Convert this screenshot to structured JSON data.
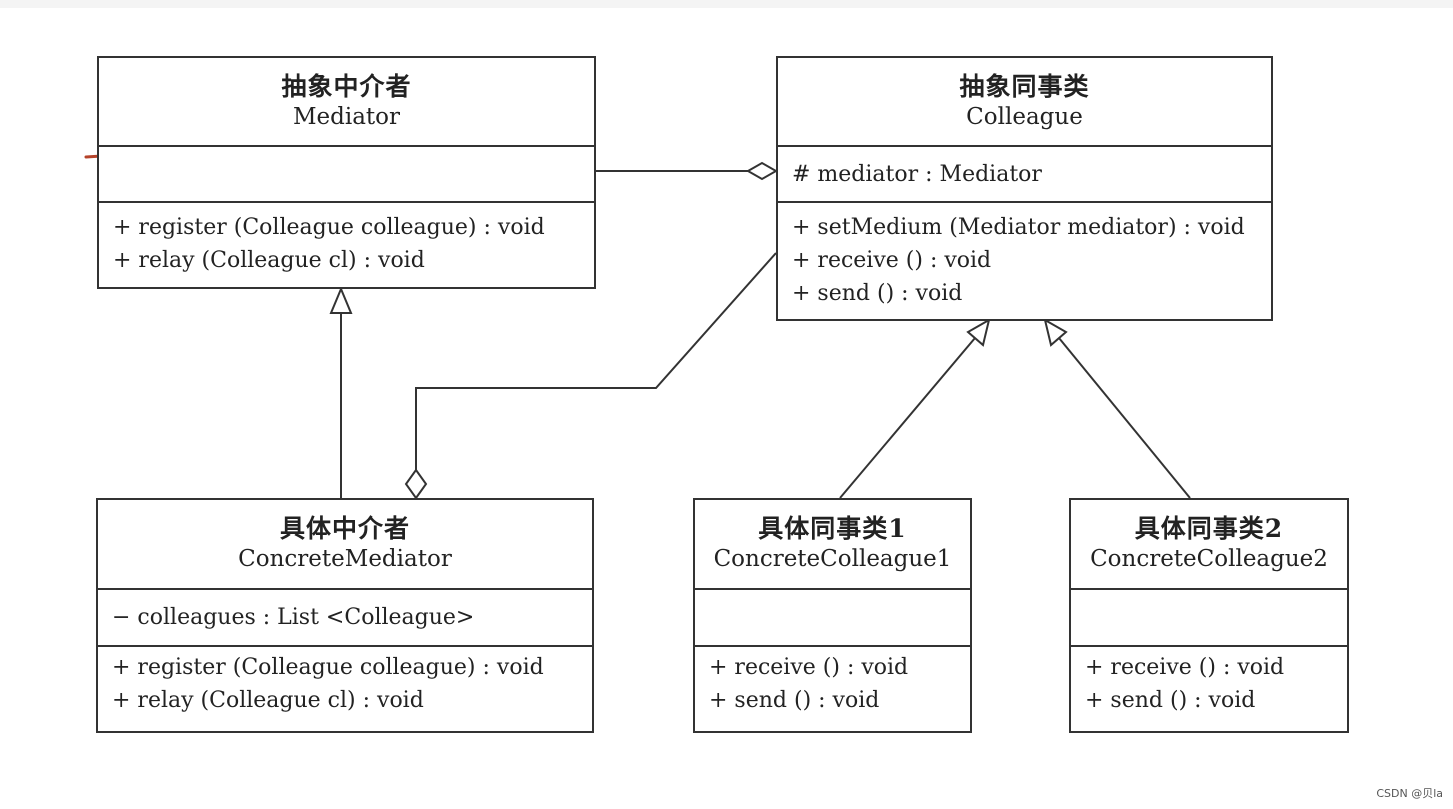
{
  "diagram": {
    "classes": {
      "mediator": {
        "zh_name": "抽象中介者",
        "en_name": "Mediator",
        "attributes": [],
        "operations": [
          "+ register (Colleague colleague) : void",
          "+ relay (Colleague cl) : void"
        ]
      },
      "colleague": {
        "zh_name": "抽象同事类",
        "en_name": "Colleague",
        "attributes": [
          "# mediator : Mediator"
        ],
        "operations": [
          "+ setMedium (Mediator mediator) : void",
          "+ receive () : void",
          "+ send () : void"
        ]
      },
      "concrete_mediator": {
        "zh_name": "具体中介者",
        "en_name": "ConcreteMediator",
        "attributes": [
          "− colleagues : List <Colleague>"
        ],
        "operations": [
          "+ register (Colleague colleague) : void",
          "+ relay (Colleague cl) : void"
        ]
      },
      "concrete_colleague1": {
        "zh_name": "具体同事类1",
        "en_name": "ConcreteColleague1",
        "attributes": [],
        "operations": [
          "+ receive () : void",
          "+ send () : void"
        ]
      },
      "concrete_colleague2": {
        "zh_name": "具体同事类2",
        "en_name": "ConcreteColleague2",
        "attributes": [],
        "operations": [
          "+ receive () : void",
          "+ send () : void"
        ]
      }
    },
    "relations": [
      {
        "type": "aggregation",
        "from": "mediator",
        "to": "colleague"
      },
      {
        "type": "aggregation",
        "from": "colleague",
        "to": "concrete_mediator"
      },
      {
        "type": "generalization",
        "from": "concrete_mediator",
        "to": "mediator"
      },
      {
        "type": "generalization",
        "from": "concrete_colleague1",
        "to": "colleague"
      },
      {
        "type": "generalization",
        "from": "concrete_colleague2",
        "to": "colleague"
      }
    ]
  },
  "colors": {
    "line": "#333333",
    "annotation": "#b5432a"
  },
  "watermark": "CSDN @贝la"
}
